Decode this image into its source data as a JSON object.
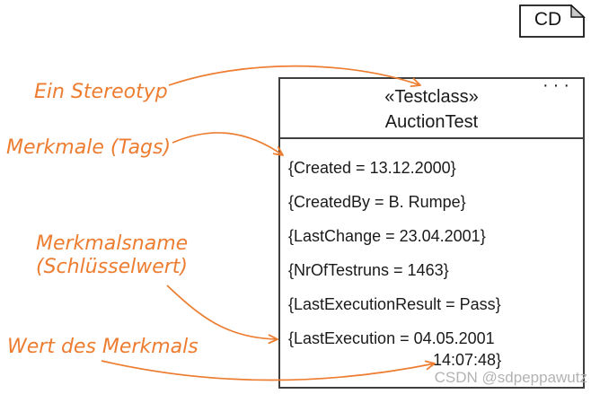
{
  "page": {
    "watermark": "CSDN @sdpeppawutz"
  },
  "badge": {
    "label": "CD"
  },
  "class_box": {
    "stereotype": "«Testclass»",
    "name": "AuctionTest",
    "ellipsis": "···",
    "tags": [
      {
        "line1": "{Created = 13.12.2000}"
      },
      {
        "line1": "{CreatedBy = B. Rumpe}"
      },
      {
        "line1": "{LastChange = 23.04.2001}"
      },
      {
        "line1": "{NrOfTestruns = 1463}"
      },
      {
        "line1": "{LastExecutionResult = Pass}"
      },
      {
        "line1": "{LastExecution = 04.05.2001",
        "line2": "14:07:48}"
      }
    ]
  },
  "annotations": [
    {
      "label": "Ein Stereotyp"
    },
    {
      "label": "Merkmale (Tags)"
    },
    {
      "line1": "Merkmalsname",
      "line2": "(Schlüsselwert)"
    },
    {
      "label": "Wert des Merkmals"
    }
  ],
  "colors": {
    "annotation_orange": "#ED7D31",
    "box_border": "#3f3f3f",
    "text": "#1a1a1a",
    "watermark_gray": "#b3b3b3"
  }
}
